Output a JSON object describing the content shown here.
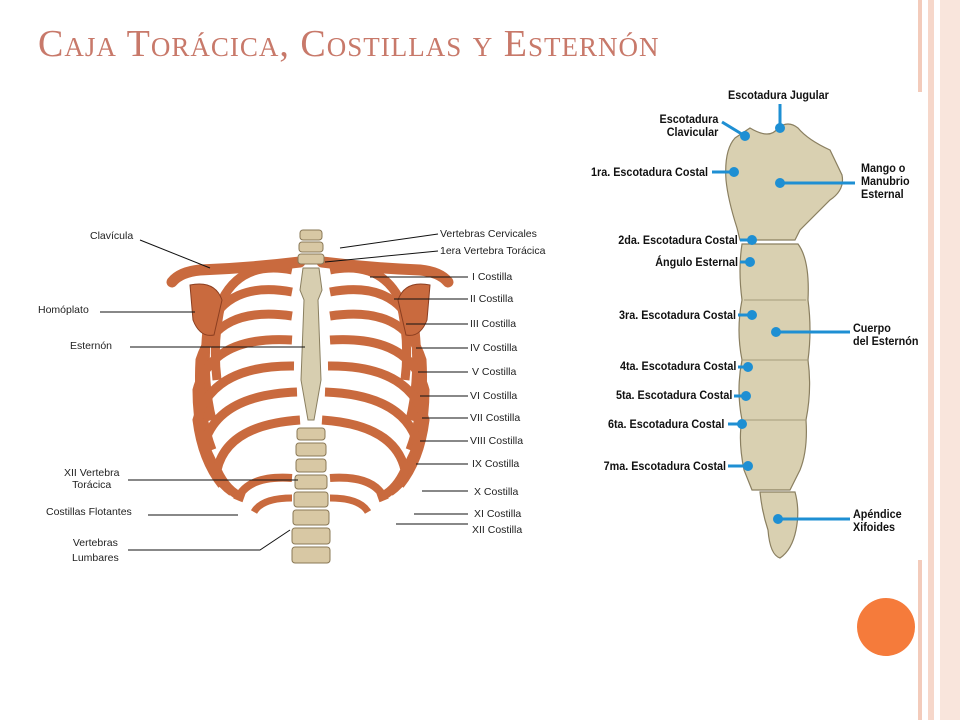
{
  "title": {
    "text": "Caja Torácica, Costillas  y Esternón"
  },
  "colors": {
    "title": "#c8796a",
    "accent": "#f57b3b",
    "pointer": "#1e8fd3",
    "bone": "#d7ceb0",
    "rib": "#c96a3e"
  },
  "thorax_labels_left": [
    {
      "text": "Clavícula"
    },
    {
      "text": "Homóplato"
    },
    {
      "text": "Esternón"
    },
    {
      "text": "XII Vertebra\nTorácica"
    },
    {
      "text": "Costillas Flotantes"
    },
    {
      "text": "Vertebras\nLumbares"
    }
  ],
  "thorax_labels_right": [
    {
      "text": "Vertebras Cervicales"
    },
    {
      "text": "1era Vertebra Torácica"
    },
    {
      "text": "I Costilla"
    },
    {
      "text": "II Costilla"
    },
    {
      "text": "III Costilla"
    },
    {
      "text": "IV Costilla"
    },
    {
      "text": "V Costilla"
    },
    {
      "text": "VI Costilla"
    },
    {
      "text": "VII Costilla"
    },
    {
      "text": "VIII Costilla"
    },
    {
      "text": "IX Costilla"
    },
    {
      "text": "X Costilla"
    },
    {
      "text": "XI Costilla"
    },
    {
      "text": "XII Costilla"
    }
  ],
  "sternum_labels_left": [
    {
      "text": "Escotadura\nClavicular"
    },
    {
      "text": "1ra. Escotadura Costal"
    },
    {
      "text": "2da. Escotadura Costal"
    },
    {
      "text": "Ángulo Esternal"
    },
    {
      "text": "3ra. Escotadura Costal"
    },
    {
      "text": "4ta. Escotadura Costal"
    },
    {
      "text": "5ta. Escotadura Costal"
    },
    {
      "text": "6ta. Escotadura Costal"
    },
    {
      "text": "7ma. Escotadura Costal"
    }
  ],
  "sternum_labels_top": {
    "text": "Escotadura Jugular"
  },
  "sternum_labels_right": [
    {
      "text": "Mango o\nManubrio\nEsternal"
    },
    {
      "text": "Cuerpo\ndel Esternón"
    },
    {
      "text": "Apéndice\nXifoides"
    }
  ]
}
